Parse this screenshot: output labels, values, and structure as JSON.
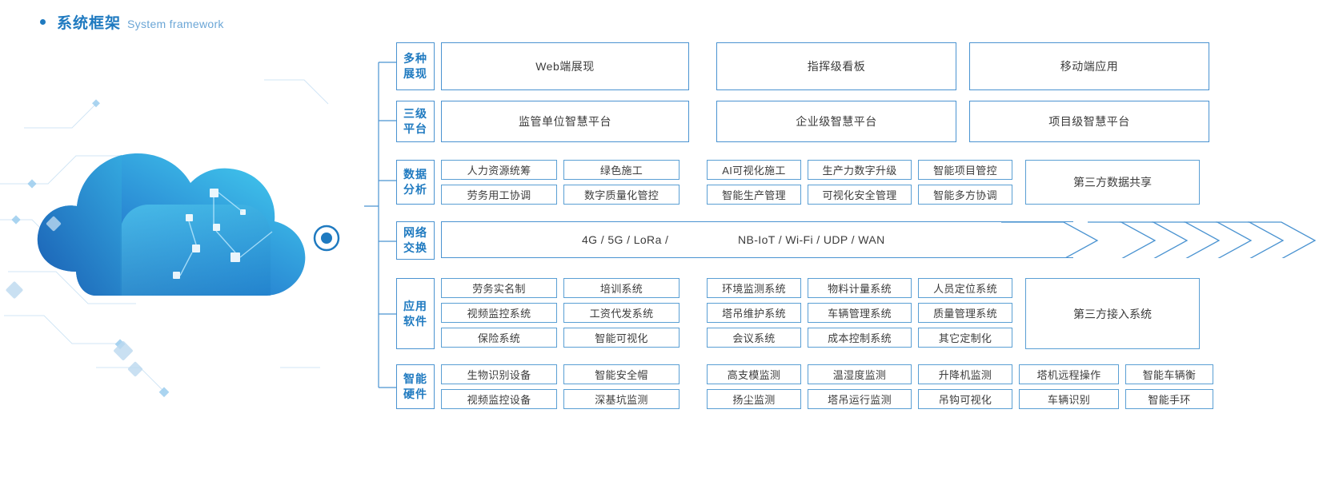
{
  "header": {
    "title_cn": "系统框架",
    "title_en": "System framework",
    "accent_color": "#1f7ac0"
  },
  "illustration": {
    "name": "cloud-network-illustration",
    "cloud_gradient_from": "#1a63b8",
    "cloud_gradient_to": "#3fc8f0",
    "node_marker_color": "#1f7ac0"
  },
  "rows": [
    {
      "label": "多种\n展现",
      "label_line1": "多种",
      "label_line2": "展现",
      "type": "big",
      "boxes": [
        "Web端展现",
        "指挥级看板",
        "移动端应用"
      ]
    },
    {
      "label_line1": "三级",
      "label_line2": "平台",
      "type": "big",
      "boxes": [
        "监管单位智慧平台",
        "企业级智慧平台",
        "项目级智慧平台"
      ]
    },
    {
      "label_line1": "数据",
      "label_line2": "分析",
      "type": "grid",
      "left_grid": [
        [
          "人力资源统筹",
          "绿色施工"
        ],
        [
          "劳务用工协调",
          "数字质量化管控"
        ]
      ],
      "right_grid": [
        [
          "AI可视化施工",
          "生产力数字升级",
          "智能项目管控"
        ],
        [
          "智能生产管理",
          "可视化安全管理",
          "智能多方协调"
        ]
      ],
      "aside": "第三方数据共享"
    },
    {
      "label_line1": "网络",
      "label_line2": "交换",
      "type": "network",
      "text_left": "4G / 5G / LoRa /",
      "text_right": "NB-IoT / Wi-Fi / UDP / WAN",
      "arrow_count": 7
    },
    {
      "label_line1": "应用",
      "label_line2": "软件",
      "type": "grid",
      "left_grid": [
        [
          "劳务实名制",
          "培训系统"
        ],
        [
          "视频监控系统",
          "工资代发系统"
        ],
        [
          "保险系统",
          "智能可视化"
        ]
      ],
      "right_grid": [
        [
          "环境监测系统",
          "物料计量系统",
          "人员定位系统"
        ],
        [
          "塔吊维护系统",
          "车辆管理系统",
          "质量管理系统"
        ],
        [
          "会议系统",
          "成本控制系统",
          "其它定制化"
        ]
      ],
      "aside": "第三方接入系统"
    },
    {
      "label_line1": "智能",
      "label_line2": "硬件",
      "type": "grid6",
      "left_grid": [
        [
          "生物识别设备",
          "智能安全帽"
        ],
        [
          "视频监控设备",
          "深基坑监测"
        ]
      ],
      "right_grid": [
        [
          "高支模监测",
          "温湿度监测",
          "升降机监测",
          "塔机远程操作",
          "智能车辆衡"
        ],
        [
          "扬尘监测",
          "塔吊运行监测",
          "吊钩可视化",
          "车辆识别",
          "智能手环"
        ]
      ]
    }
  ]
}
